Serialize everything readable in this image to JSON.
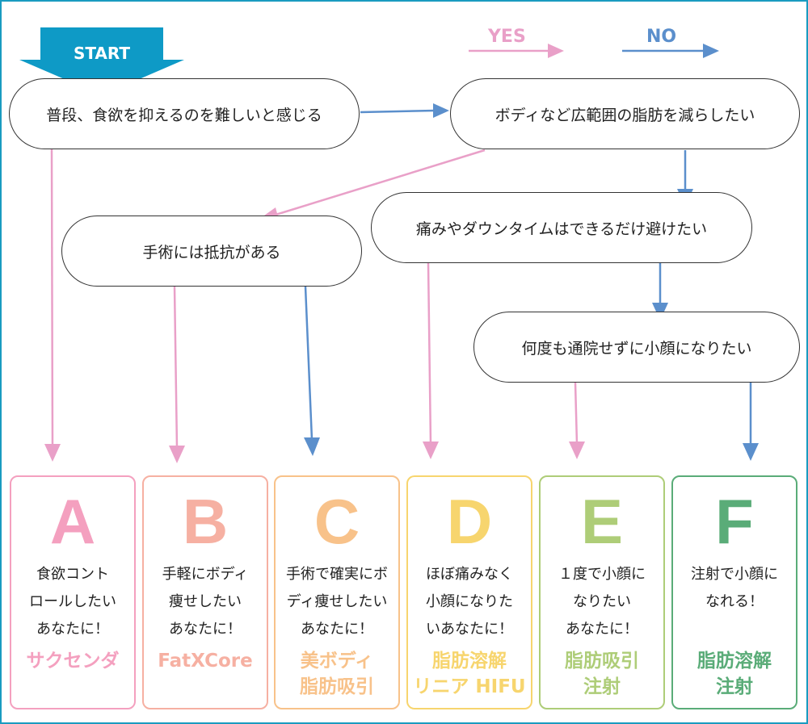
{
  "start": "START",
  "legend": {
    "yes": "YES",
    "no": "NO"
  },
  "colors": {
    "yes": "#e9a0c8",
    "no": "#5b8fcc",
    "start": "#0e9ac6",
    "frame": "#1a9bc0"
  },
  "questions": {
    "q1": "普段、食欲を抑えるのを難しいと感じる",
    "q2": "ボディなど広範囲の脂肪を減らしたい",
    "q3": "手術には抵抗がある",
    "q4": "痛みやダウンタイムはできるだけ避けたい",
    "q5": "何度も通院せずに小顔になりたい"
  },
  "results": [
    {
      "letter": "A",
      "color": "#f4a0bf",
      "desc": [
        "食欲コント",
        "ロールしたい",
        "あなたに！"
      ],
      "product": [
        "サクセンダ"
      ]
    },
    {
      "letter": "B",
      "color": "#f6b0a2",
      "desc": [
        "手軽にボディ",
        "痩せしたい",
        "あなたに！"
      ],
      "product": [
        "FatXCore"
      ]
    },
    {
      "letter": "C",
      "color": "#f8c28a",
      "desc": [
        "手術で確実にボ",
        "ディ痩せしたい",
        "あなたに！"
      ],
      "product": [
        "美ボディ",
        "脂肪吸引"
      ]
    },
    {
      "letter": "D",
      "color": "#f7d56e",
      "desc": [
        "ほぼ痛みなく",
        "小顔になりた",
        "いあなたに！"
      ],
      "product": [
        "脂肪溶解",
        "リニア HIFU"
      ]
    },
    {
      "letter": "E",
      "color": "#aecd78",
      "desc": [
        "１度で小顔に",
        "なりたい",
        "あなたに！"
      ],
      "product": [
        "脂肪吸引",
        "注射"
      ]
    },
    {
      "letter": "F",
      "color": "#5aac78",
      "desc": [
        "注射で小顔に",
        "なれる！"
      ],
      "product": [
        "脂肪溶解",
        "注射"
      ]
    }
  ]
}
